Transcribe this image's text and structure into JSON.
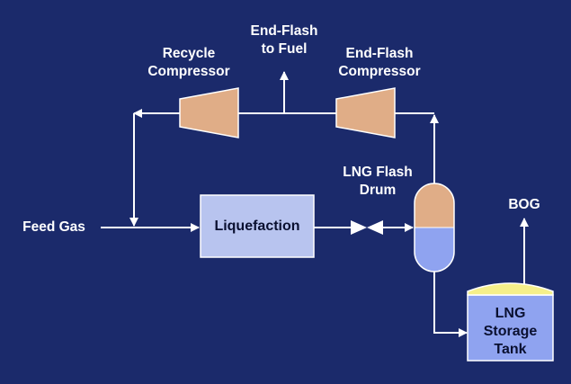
{
  "labels": {
    "end_flash_to_fuel_line1": "End-Flash",
    "end_flash_to_fuel_line2": "to Fuel",
    "recycle_compressor_line1": "Recycle",
    "recycle_compressor_line2": "Compressor",
    "end_flash_compressor_line1": "End-Flash",
    "end_flash_compressor_line2": "Compressor",
    "lng_flash_drum_line1": "LNG Flash",
    "lng_flash_drum_line2": "Drum",
    "feed_gas": "Feed Gas",
    "liquefaction": "Liquefaction",
    "bog": "BOG",
    "storage_tank_line1": "LNG",
    "storage_tank_line2": "Storage",
    "storage_tank_line3": "Tank"
  },
  "colors": {
    "background": "#1b2a6b",
    "lines": "#ffffff",
    "compressor_fill": "#e0ad87",
    "liquefaction_fill": "#b8c4ef",
    "drum_vapor_fill": "#e0ad87",
    "drum_liquid_fill": "#8fa3f0",
    "tank_top_fill": "#f5ef8a",
    "tank_body_fill": "#8fa3f0"
  }
}
